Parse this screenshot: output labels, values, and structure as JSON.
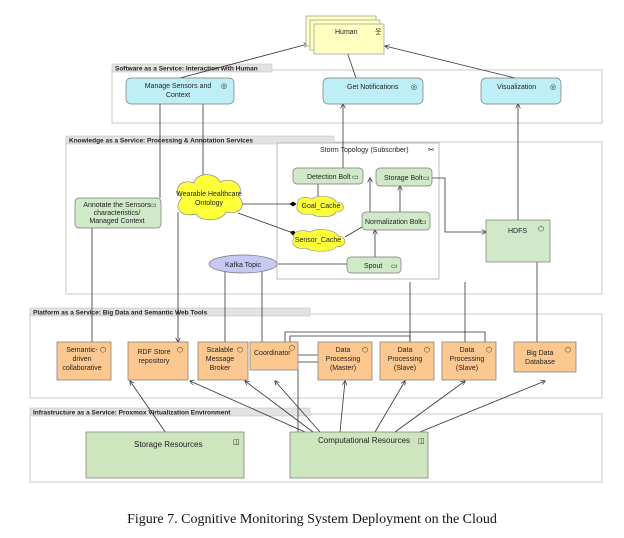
{
  "layers": {
    "saas": "Software as a Service: Interaction with Human",
    "kaas": "Knowledge as a Service: Processing & Annotation Services",
    "paas": "Platform as a Service: Big Data and Semantic Web Tools",
    "iaas": "Infrastructure as a Service: Proxmox Virtualization Environment"
  },
  "storm": {
    "title": "Storm Topology (Subscriber)"
  },
  "nodes": {
    "human": "Human",
    "manage": [
      "Manage Sensors and",
      "Context"
    ],
    "notify": "Get Notifications",
    "visual": "Visualization",
    "annotate": [
      "Annotate the Sensors",
      "characteristics/",
      "Managed Context"
    ],
    "ontology": [
      "Wearable Healthcare",
      "Ontology"
    ],
    "goal_cache": "Goal_Cache",
    "sensor_cache": "Sensor_Cache",
    "detection": "Detection Bolt",
    "storage_bolt": "Storage Bolt",
    "normalization": "Normalization Bolt",
    "spout": "Spout",
    "kafka": "Kafka Topic",
    "hdfs": "HDFS",
    "semantic": [
      "Semantic-",
      "driven",
      "collaborative"
    ],
    "rdf": [
      "RDF Store",
      "repository"
    ],
    "broker": [
      "Scalable",
      "Message",
      "Broker"
    ],
    "coordinator": "Coordinator",
    "dp_master": [
      "Data",
      "Processing",
      "(Master)"
    ],
    "dp_slave1": [
      "Data",
      "Processing",
      "(Slave)"
    ],
    "dp_slave2": [
      "Data",
      "Processing",
      "(Slave)"
    ],
    "bigdata": [
      "Big Data",
      "Database"
    ],
    "storage_res": "Storage Resources",
    "comp_res": "Computational Resources"
  },
  "caption": "Figure 7. Cognitive Monitoring System Deployment on the Cloud",
  "colors": {
    "human": "#ffffc0",
    "service": "#bfeff6",
    "app": "#cfe9c9",
    "platform": "#fdc890",
    "infra": "#cde6be",
    "ontology": "#fdff3a",
    "kafka": "#c8c8f4",
    "layer_header": "#e2e2e2"
  }
}
